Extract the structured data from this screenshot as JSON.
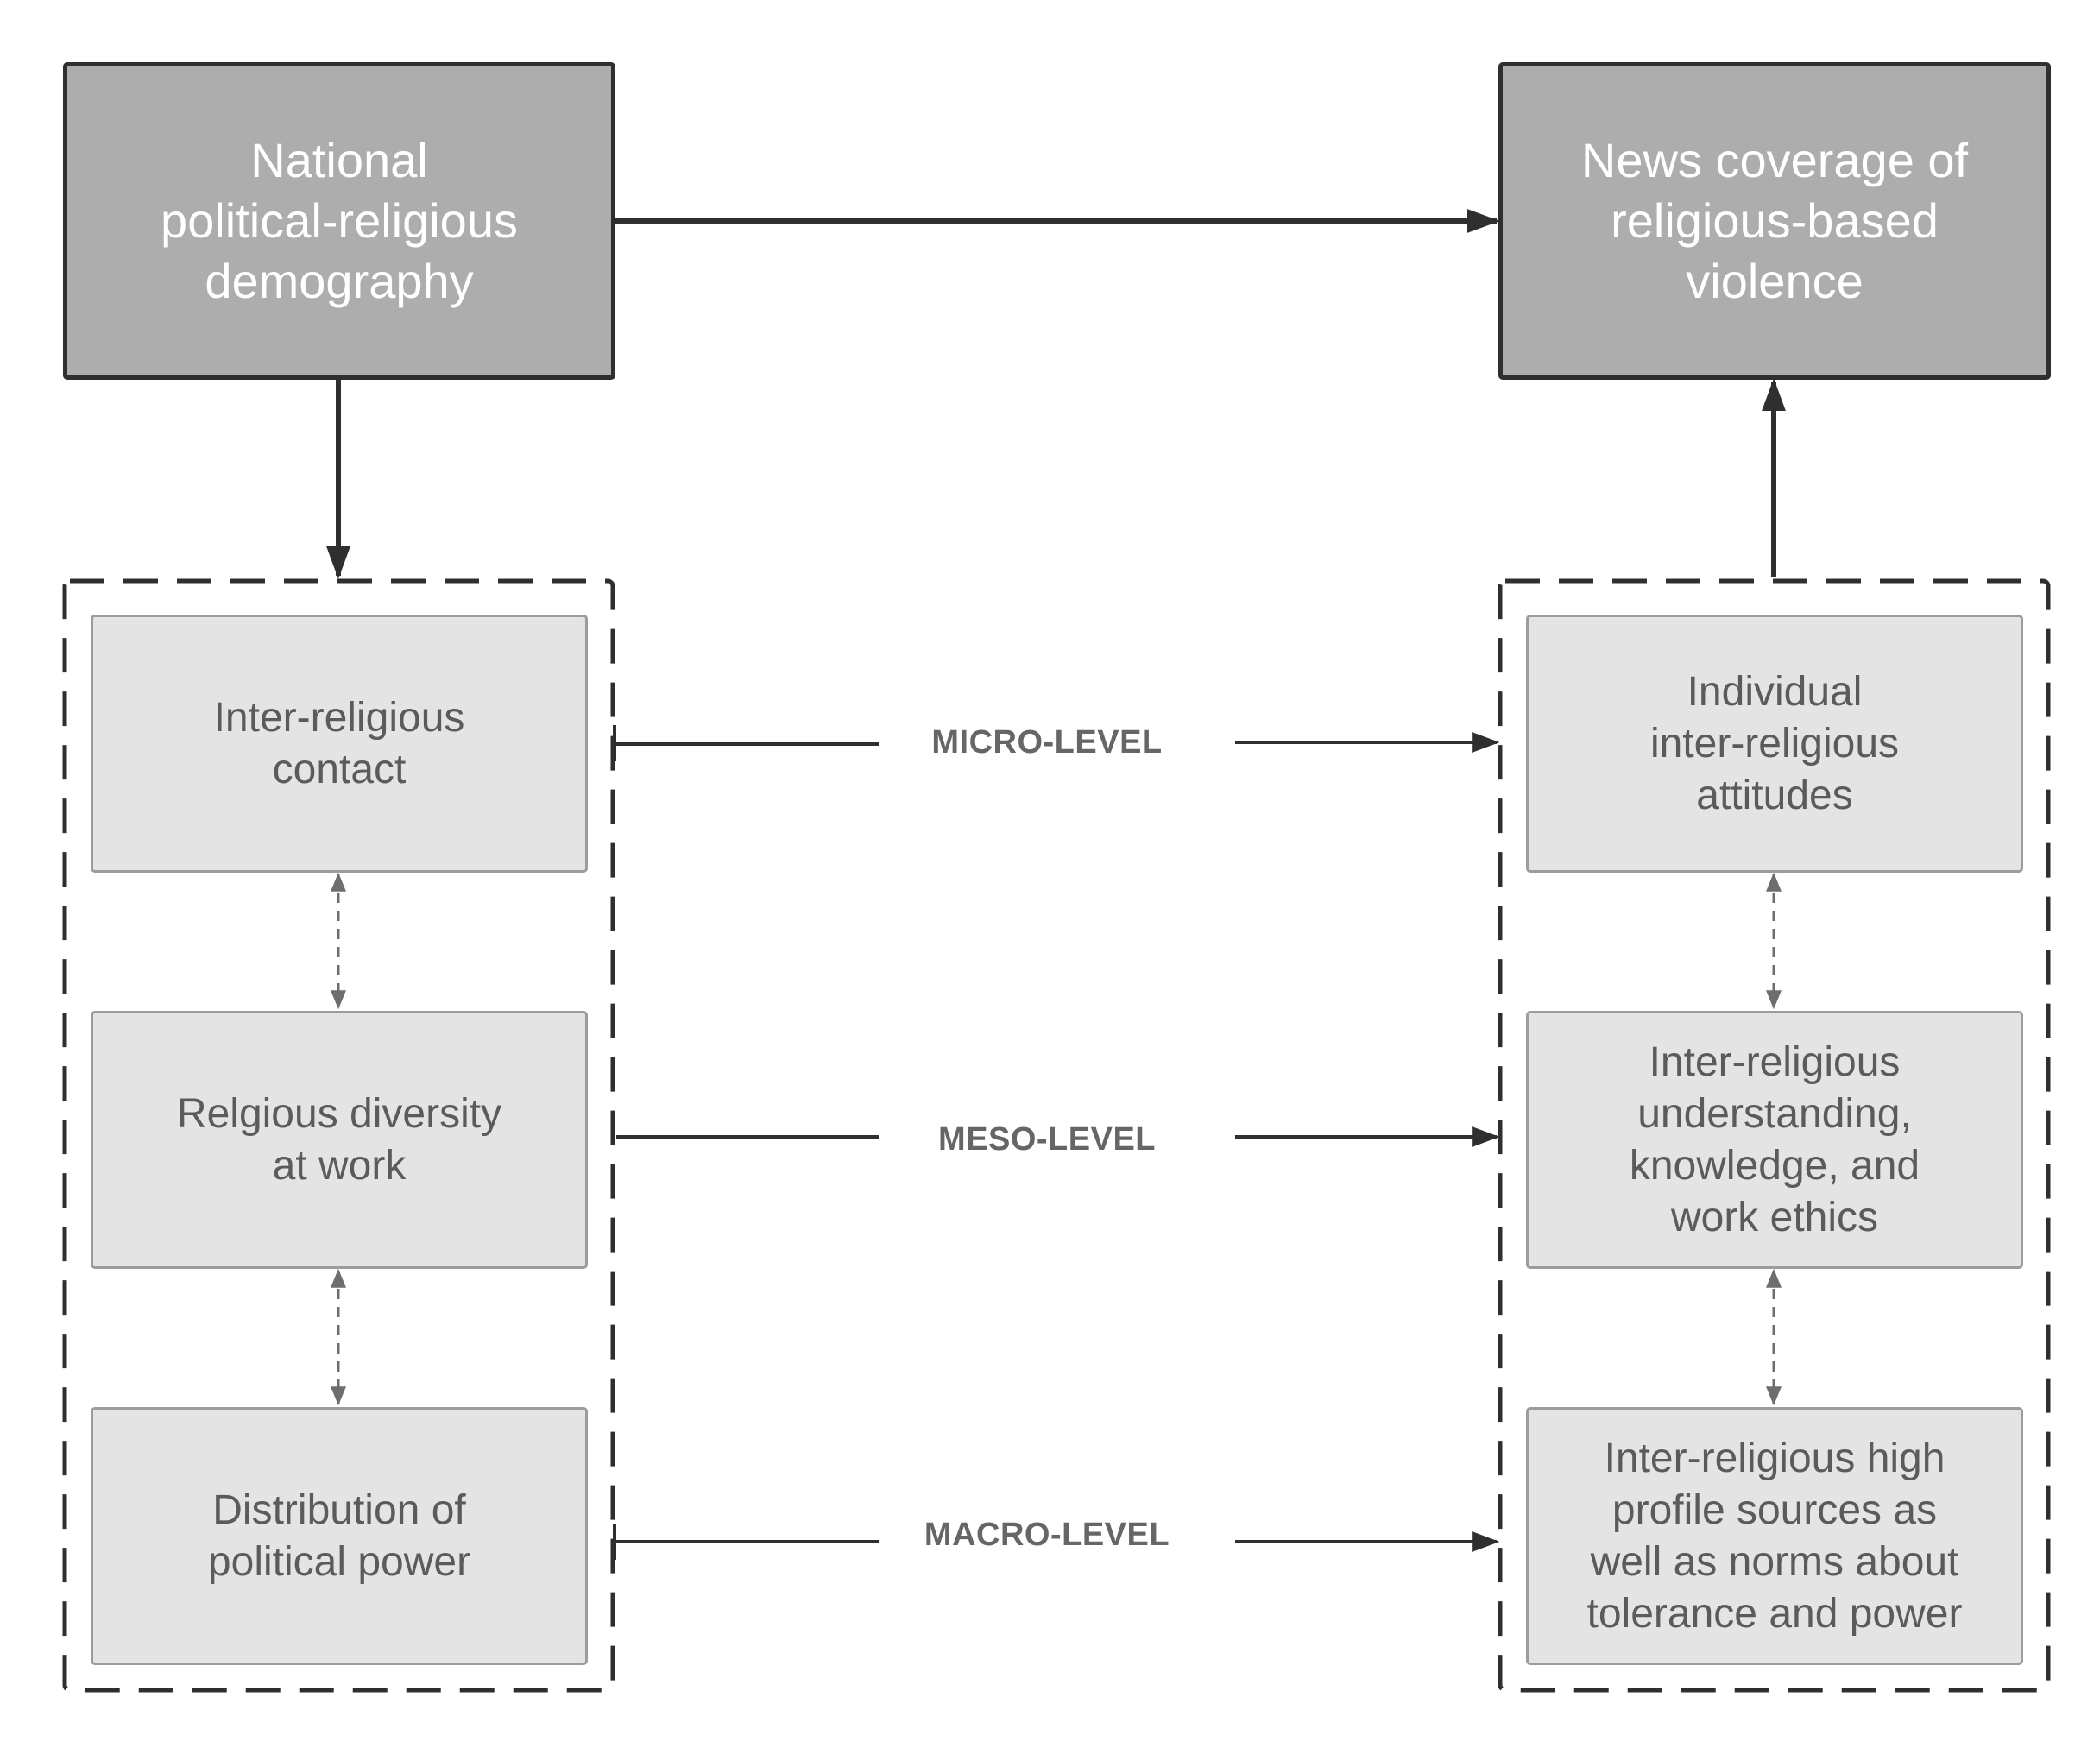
{
  "nodes": {
    "national": {
      "lines": [
        "National",
        "political-religious",
        "demography"
      ]
    },
    "news": {
      "lines": [
        "News coverage of",
        "religious-based",
        "violence"
      ]
    },
    "contact": {
      "lines": [
        "Inter-religious",
        "contact"
      ]
    },
    "diversity": {
      "lines": [
        "Relgious diversity",
        "at work"
      ]
    },
    "power": {
      "lines": [
        "Distribution of",
        "political power"
      ]
    },
    "attitudes": {
      "lines": [
        "Individual",
        "inter-religious",
        "attitudes"
      ]
    },
    "understanding": {
      "lines": [
        "Inter-religious",
        "understanding,",
        "knowledge, and",
        "work ethics"
      ]
    },
    "sources": {
      "lines": [
        "Inter-religious high",
        "profile sources as",
        "well as norms about",
        "tolerance and power"
      ]
    }
  },
  "levels": {
    "micro": "MICRO-LEVEL",
    "meso": "MESO-LEVEL",
    "macro": "MACRO-LEVEL"
  },
  "colors": {
    "dark_fill": "#adadad",
    "dark_border": "#2f2f2f",
    "light_fill": "#e4e4e4",
    "light_border": "#9c9c9c",
    "arrow": "#2f2f2f",
    "dashed_arrow": "#6e6e6e"
  }
}
